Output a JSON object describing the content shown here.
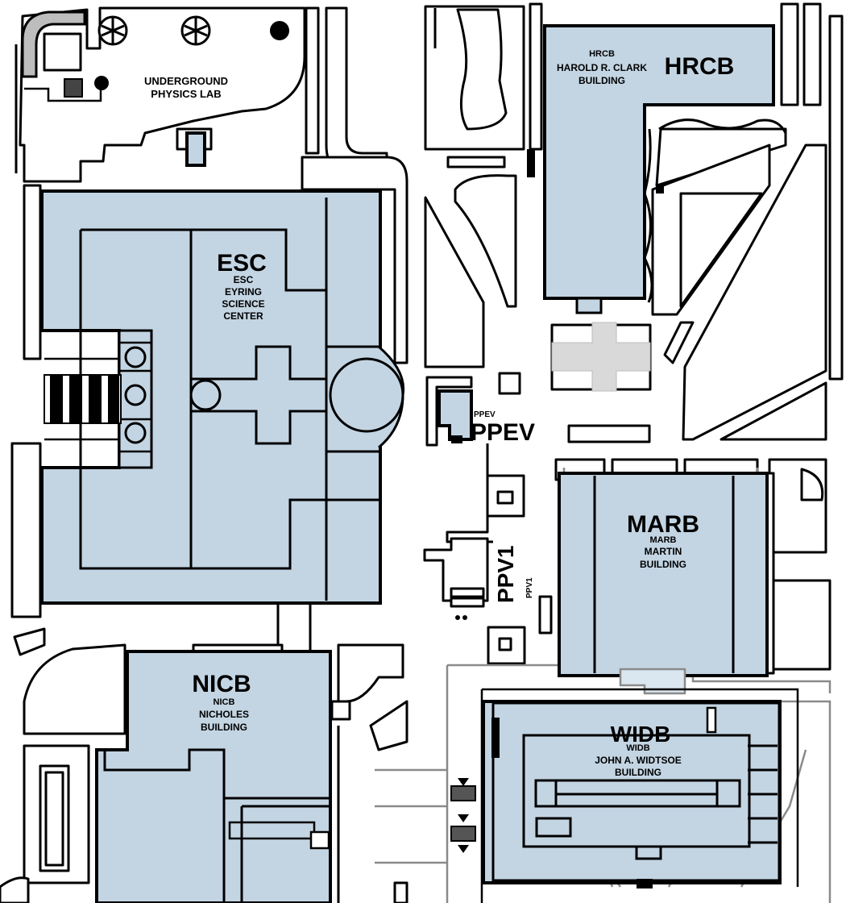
{
  "colors": {
    "building_fill": "#c3d5e3",
    "outline": "#000000",
    "plaza": "#d9d9d9",
    "background": "#ffffff"
  },
  "labels": {
    "upl": {
      "line1": "UNDERGROUND",
      "line2": "PHYSICS LAB"
    },
    "hrcb": {
      "code": "HRCB",
      "small_code": "HRCB",
      "name1": "HAROLD R. CLARK",
      "name2": "BUILDING"
    },
    "esc": {
      "code": "ESC",
      "small_code": "ESC",
      "name1": "EYRING",
      "name2": "SCIENCE",
      "name3": "CENTER"
    },
    "ppev": {
      "code": "PPEV",
      "small_code": "PPEV"
    },
    "ppv1": {
      "code": "PPV1",
      "small_code": "PPV1"
    },
    "marb": {
      "code": "MARB",
      "small_code": "MARB",
      "name1": "MARTIN",
      "name2": "BUILDING"
    },
    "nicb": {
      "code": "NICB",
      "small_code": "NICB",
      "name1": "NICHOLES",
      "name2": "BUILDING"
    },
    "widb": {
      "code": "WIDB",
      "small_code": "WIDB",
      "name1": "JOHN A. WIDTSOE",
      "name2": "BUILDING"
    }
  }
}
